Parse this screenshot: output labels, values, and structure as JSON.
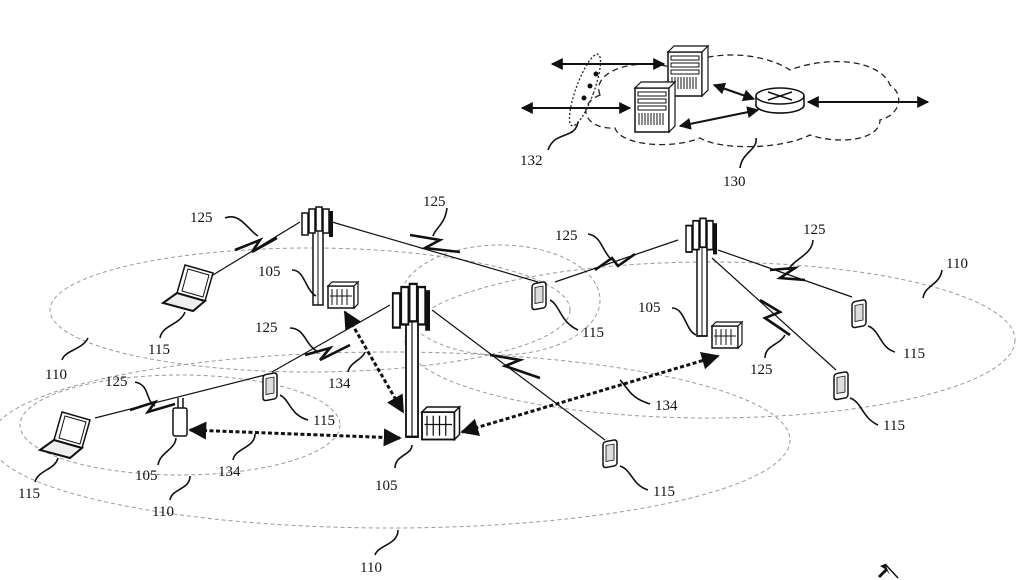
{
  "figure": {
    "type": "wireless communications system diagram",
    "labels": {
      "core_network": "130",
      "backhaul_links": "132",
      "base_station": "105",
      "coverage_area": "110",
      "ue": "115",
      "communication_link": "125",
      "backhaul_link_between_stations": "134"
    },
    "elements": {
      "core_network": {
        "ref": "130",
        "contents": [
          "server",
          "server",
          "router"
        ]
      },
      "base_stations": [
        {
          "id": "bs-top-left",
          "ref": "105",
          "kind": "macro tower"
        },
        {
          "id": "bs-center",
          "ref": "105",
          "kind": "macro tower"
        },
        {
          "id": "bs-right",
          "ref": "105",
          "kind": "macro tower"
        },
        {
          "id": "bs-small",
          "ref": "105",
          "kind": "small cell"
        }
      ],
      "ues": [
        {
          "id": "laptop-1",
          "ref": "115",
          "kind": "laptop"
        },
        {
          "id": "laptop-2",
          "ref": "115",
          "kind": "laptop"
        },
        {
          "id": "phone-1",
          "ref": "115",
          "kind": "phone"
        },
        {
          "id": "phone-2",
          "ref": "115",
          "kind": "phone"
        },
        {
          "id": "phone-3",
          "ref": "115",
          "kind": "phone"
        },
        {
          "id": "phone-4",
          "ref": "115",
          "kind": "phone"
        },
        {
          "id": "phone-5",
          "ref": "115",
          "kind": "phone"
        }
      ]
    }
  }
}
